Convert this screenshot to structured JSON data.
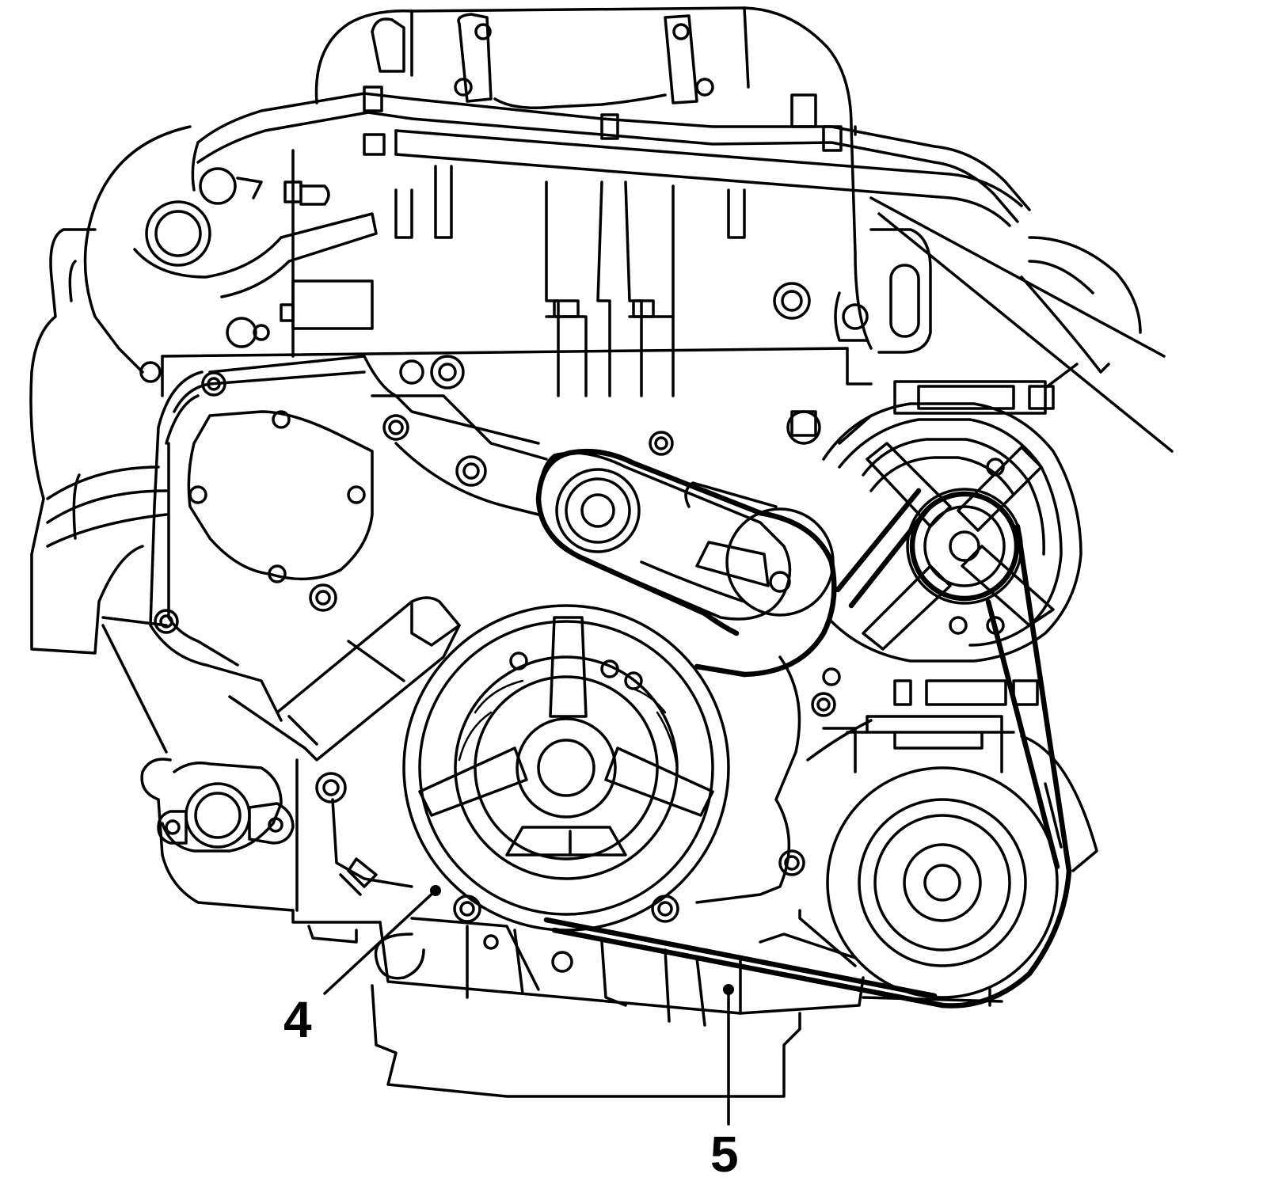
{
  "callouts": [
    {
      "id": "4",
      "label": "4"
    },
    {
      "id": "5",
      "label": "5"
    }
  ],
  "colors": {
    "line": "#000000",
    "background": "#ffffff"
  }
}
